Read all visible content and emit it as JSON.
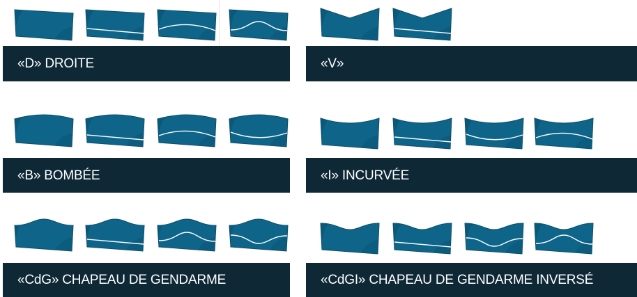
{
  "colors": {
    "panel_fill": "#0f6589",
    "panel_dark": "#0a5576",
    "panel_edge": "#0b4d68",
    "line": "#ffffff",
    "band_bg": "#0e2836",
    "band_text": "#ffffff"
  },
  "styles": [
    {
      "id": "droite",
      "label": "«D» DROITE",
      "variants": [
        "plain",
        "straight-line",
        "convex-line",
        "hat-line"
      ]
    },
    {
      "id": "v",
      "label": "«V»",
      "variants": [
        "plain",
        "straight-line"
      ]
    },
    {
      "id": "bombee",
      "label": "«B» BOMBÉE",
      "variants": [
        "plain",
        "straight-line",
        "convex-line",
        "concave-line"
      ]
    },
    {
      "id": "incurvee",
      "label": "«I» INCURVÉE",
      "variants": [
        "plain",
        "straight-line",
        "concave-line",
        "convex-line"
      ]
    },
    {
      "id": "cdg",
      "label": "«CdG» CHAPEAU DE GENDARME",
      "variants": [
        "plain",
        "straight-line",
        "hat-line",
        "inverted-hat-line"
      ]
    },
    {
      "id": "cdgi",
      "label": "«CdGI» CHAPEAU DE GENDARME INVERSÉ",
      "variants": [
        "plain",
        "straight-line",
        "inverted-hat-line",
        "hat-line"
      ]
    }
  ]
}
